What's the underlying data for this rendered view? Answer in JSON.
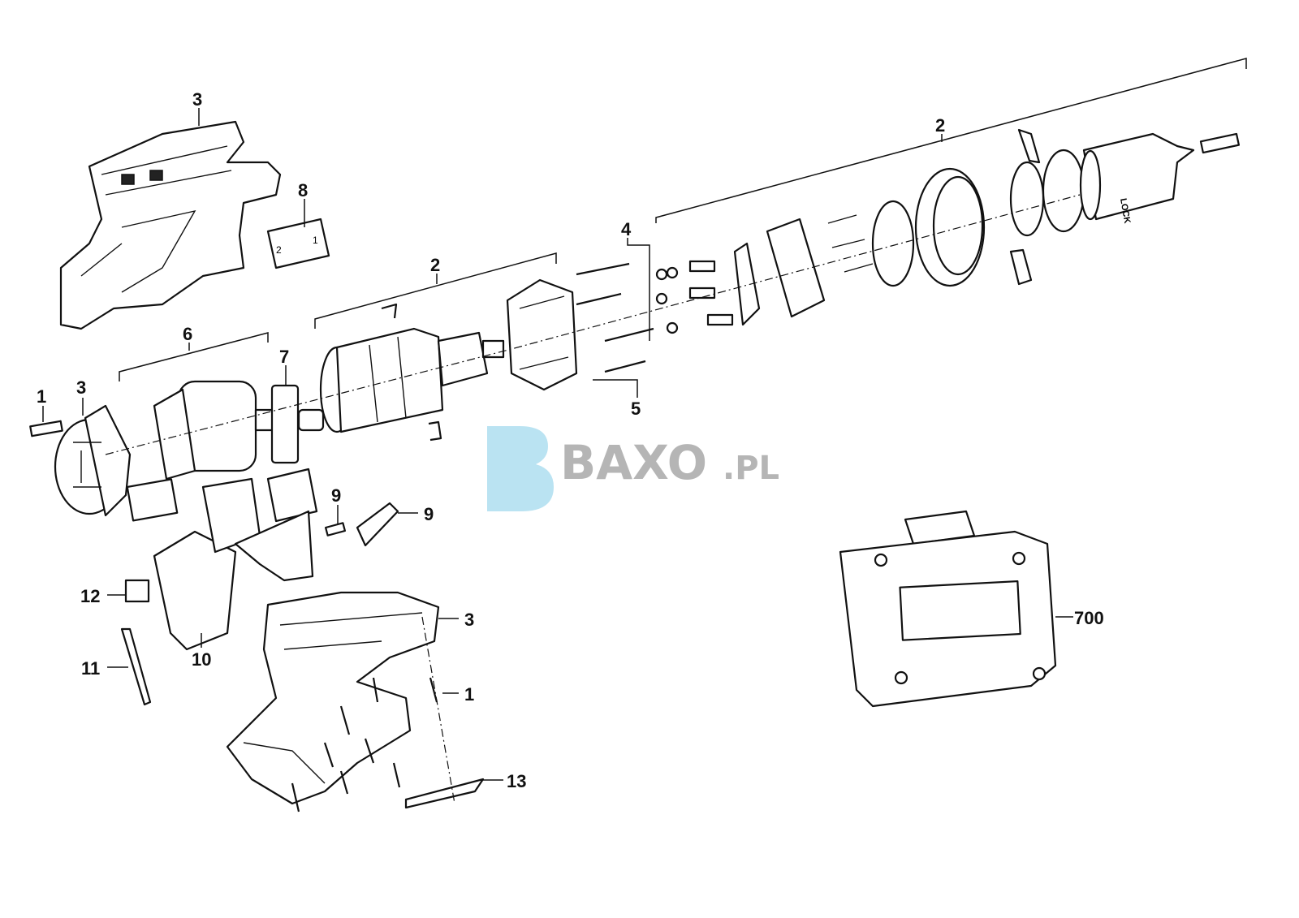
{
  "diagram": {
    "type": "exploded parts view",
    "labels": [
      {
        "id": "housing-top-3",
        "text": "3"
      },
      {
        "id": "switch-8",
        "text": "8"
      },
      {
        "id": "motor-gear-2",
        "text": "2"
      },
      {
        "id": "screws-4",
        "text": "4"
      },
      {
        "id": "screws-5",
        "text": "5"
      },
      {
        "id": "gearbox-chuck-2",
        "text": "2"
      },
      {
        "id": "motor-6",
        "text": "6"
      },
      {
        "id": "part-7",
        "text": "7"
      },
      {
        "id": "screw-1-left",
        "text": "1"
      },
      {
        "id": "endcap-3",
        "text": "3"
      },
      {
        "id": "spring-9",
        "text": "9"
      },
      {
        "id": "slider-9",
        "text": "9"
      },
      {
        "id": "part-12",
        "text": "12"
      },
      {
        "id": "switch-10",
        "text": "10"
      },
      {
        "id": "bit-11",
        "text": "11"
      },
      {
        "id": "housing-bottom-3",
        "text": "3"
      },
      {
        "id": "screws-1-bottom",
        "text": "1"
      },
      {
        "id": "nameplate-13",
        "text": "13"
      },
      {
        "id": "case-700",
        "text": "700"
      }
    ],
    "chuck_marking": "LOCK",
    "selector_marks": [
      "1",
      "2"
    ]
  },
  "watermark": {
    "text": "BAXO",
    "suffix": ".PL",
    "color": "#b5b5b5",
    "logo_color": "#a9dcef"
  }
}
